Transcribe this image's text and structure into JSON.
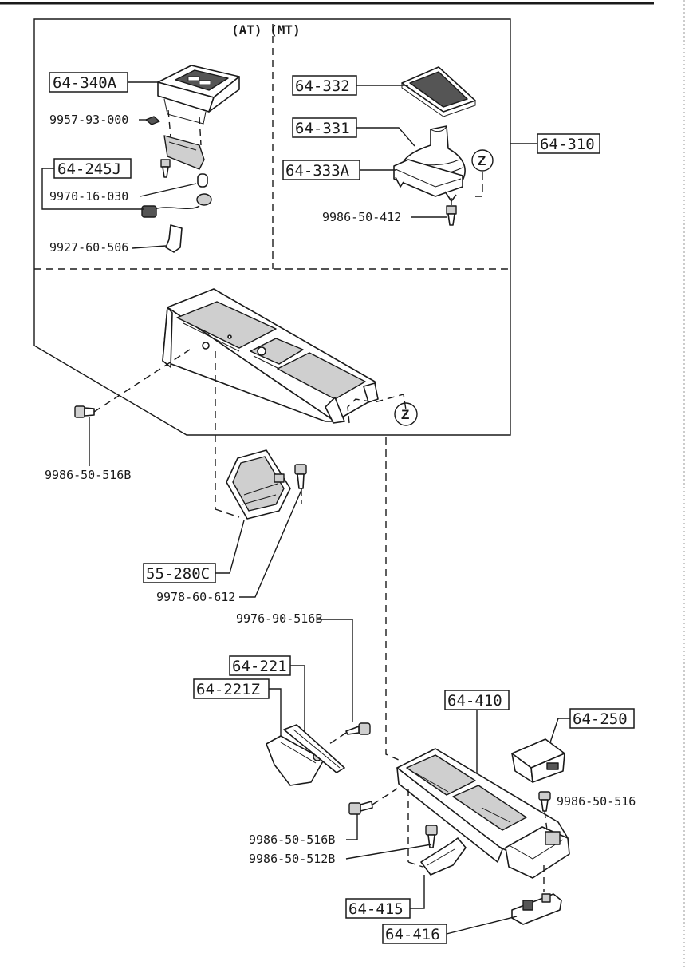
{
  "header": {
    "variants": "(AT) (MT)"
  },
  "callout_boxes": {
    "p64_340A": "64-340A",
    "p64_245J": "64-245J",
    "p64_332": "64-332",
    "p64_331": "64-331",
    "p64_333A": "64-333A",
    "p64_310": "64-310",
    "p55_280C": "55-280C",
    "p64_221": "64-221",
    "p64_221Z": "64-221Z",
    "p64_410": "64-410",
    "p64_250": "64-250",
    "p64_415": "64-415",
    "p64_416": "64-416"
  },
  "part_numbers": {
    "n9957_93_000": "9957-93-000",
    "n9970_16_030": "9970-16-030",
    "n9927_60_506": "9927-60-506",
    "n9986_50_412": "9986-50-412",
    "n9986_50_516B_top": "9986-50-516B",
    "n9978_60_612": "9978-60-612",
    "n9976_90_516B": "9976-90-516B",
    "n9986_50_516": "9986-50-516",
    "n9986_50_516B_bottom": "9986-50-516B",
    "n9986_50_512B": "9986-50-512B"
  },
  "reference_markers": {
    "z_upper": "Z",
    "z_lower": "Z"
  }
}
